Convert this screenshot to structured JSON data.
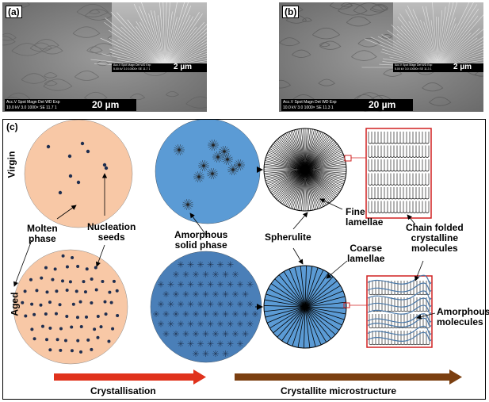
{
  "panels": {
    "a": {
      "label": "(a)",
      "main_info": "Acc.V  Spot Magn  Det  WD  Exp",
      "main_values": "10.0 kV  3.0  1000×  SE  11.7  1",
      "main_scale": "20 µm",
      "inset_info": "Acc.V Spot Magn Det WD Exp",
      "inset_values": "5.00 kV 3.0 10000× SE 11.7 1",
      "inset_scale": "2 µm"
    },
    "b": {
      "label": "(b)",
      "main_info": "Acc.V  Spot Magn  Det  WD  Exp",
      "main_values": "10.0 kV  3.0  1000×  SE  11.3  1",
      "main_scale": "20 µm",
      "inset_info": "Acc.V Spot Magn Det WD Exp",
      "inset_values": "5.00 kV 3.0 10000× SE 11.3 1",
      "inset_scale": "2 µm"
    },
    "c": {
      "label": "(c)"
    }
  },
  "rows": {
    "virgin": "Virgin",
    "aged": "Aged"
  },
  "labels": {
    "molten_1": "Molten",
    "molten_2": "phase",
    "nucleation_1": "Nucleation",
    "nucleation_2": "seeds",
    "amorphous_solid_1": "Amorphous",
    "amorphous_solid_2": "solid phase",
    "spherulite": "Spherulite",
    "fine_1": "Fine",
    "fine_2": "lamellae",
    "coarse_1": "Coarse",
    "coarse_2": "lamellae",
    "chain_1": "Chain folded",
    "chain_2": "crystalline",
    "chain_3": "molecules",
    "amorphous_mol_1": "Amorphous",
    "amorphous_mol_2": "molecules"
  },
  "arrows": {
    "crystallisation": "Crystallisation",
    "microstructure": "Crystallite microstructure"
  },
  "colors": {
    "molten": "#f8c8a6",
    "solid": "#5b9bd5",
    "seed": "#1f2e4f",
    "red_arrow": "#e0321c",
    "brown_arrow": "#7b3f10",
    "chain_box": "#d02020",
    "amorphous_chain": "#4a78a8"
  }
}
